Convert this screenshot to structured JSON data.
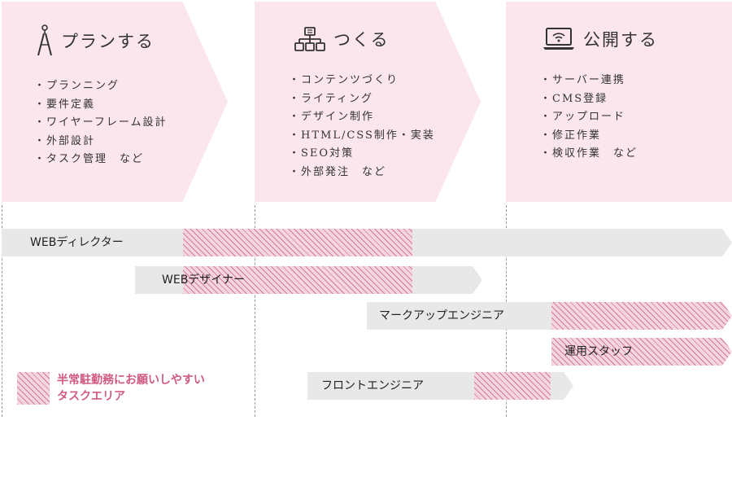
{
  "phases": [
    {
      "title": "プランする",
      "icon": "compass-icon",
      "items": [
        "プランニング",
        "要件定義",
        "ワイヤーフレーム設計",
        "外部設計",
        "タスク管理　など"
      ]
    },
    {
      "title": "つくる",
      "icon": "sitemap-icon",
      "items": [
        "コンテンツづくり",
        "ライティング",
        "デザイン制作",
        "HTML/CSS制作・実装",
        "SEO対策",
        "外部発注　など"
      ]
    },
    {
      "title": "公開する",
      "icon": "laptop-wifi-icon",
      "items": [
        "サーバー連携",
        "CMS登録",
        "アップロード",
        "修正作業",
        "検収作業　など"
      ]
    }
  ],
  "roles": [
    {
      "label": "WEBディレクター"
    },
    {
      "label": "WEBデザイナー"
    },
    {
      "label": "マークアップエンジニア"
    },
    {
      "label": "運用スタッフ"
    },
    {
      "label": "フロントエンジニア"
    }
  ],
  "legend": {
    "line1": "半常駐勤務にお願いしやすい",
    "line2": "タスクエリア"
  },
  "colors": {
    "phase_bg": "#fbe6ee",
    "bar_bg": "#e8e8e8",
    "hatch": "#d67993",
    "legend_text": "#d05a84"
  }
}
